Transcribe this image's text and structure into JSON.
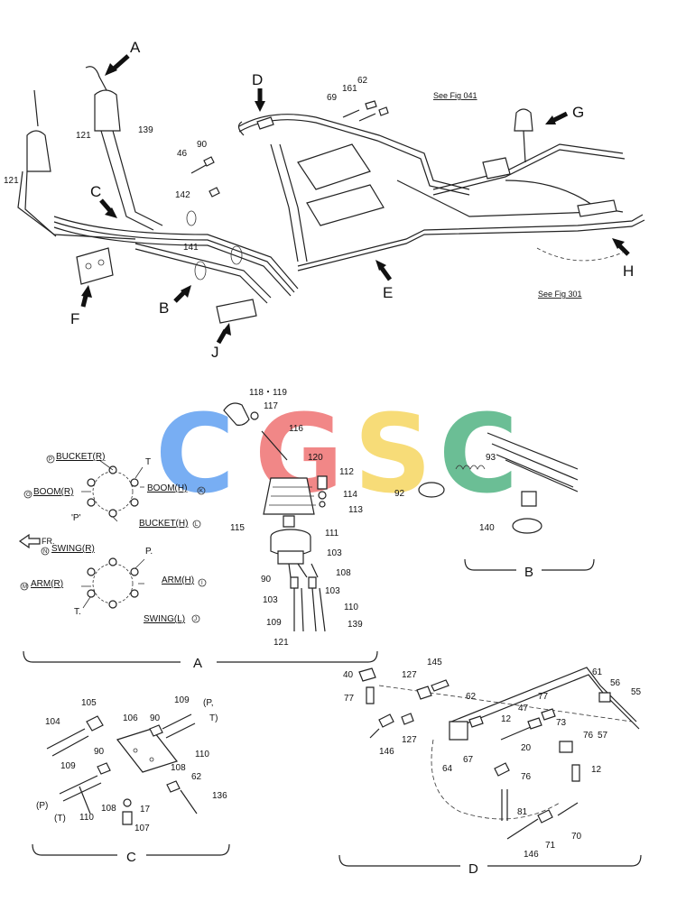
{
  "diagram": {
    "overview": {
      "arrows": [
        "A",
        "B",
        "C",
        "D",
        "E",
        "F",
        "G",
        "H",
        "J"
      ],
      "refs": [
        "See Fig 041",
        "See Fig 301"
      ],
      "parts": [
        "121",
        "139",
        "121",
        "46",
        "90",
        "142",
        "141",
        "69",
        "62",
        "161"
      ]
    },
    "panel_a": {
      "caption": "A",
      "pattern1": {
        "bucket_r": "BUCKET(R)",
        "boom_r": "BOOM(R)",
        "boom_h": "BOOM(H)",
        "p": "'P'",
        "t": "T",
        "bucket_h": "BUCKET(H)",
        "mark_p": "P",
        "mark_o": "O",
        "mark_k": "K",
        "mark_l": "L"
      },
      "pattern2": {
        "fr": "FR.",
        "swing_r": "SWING(R)",
        "arm_r": "ARM(R)",
        "arm_h": "ARM(H)",
        "p": "P.",
        "t": "T.",
        "swing_l": "SWING(L)",
        "mark_n": "N",
        "mark_m": "M",
        "mark_i": "I",
        "mark_j": "J"
      },
      "parts": [
        "118・119",
        "117",
        "116",
        "120",
        "112",
        "114",
        "113",
        "115",
        "111",
        "103",
        "108",
        "90",
        "103",
        "103",
        "110",
        "109",
        "139",
        "121"
      ]
    },
    "panel_b": {
      "caption": "B",
      "parts": [
        "93",
        "92",
        "140"
      ]
    },
    "panel_c": {
      "caption": "C",
      "parts": [
        "105",
        "104",
        "106",
        "109",
        "90",
        "90",
        "110",
        "108",
        "109",
        "62",
        "136",
        "108",
        "17",
        "107",
        "110"
      ],
      "port_p_top": "(P,",
      "port_t_top": "T)",
      "port_p": "(P)",
      "port_t": "(T)"
    },
    "panel_d": {
      "caption": "D",
      "parts": [
        "40",
        "77",
        "127",
        "145",
        "61",
        "56",
        "55",
        "62",
        "47",
        "77",
        "12",
        "73",
        "146",
        "127",
        "20",
        "76",
        "57",
        "64",
        "67",
        "76",
        "12",
        "81",
        "70",
        "146",
        "71"
      ]
    },
    "watermark": {
      "letters": [
        "C",
        "G",
        "S",
        "C"
      ],
      "colors": [
        "#6aa6f2",
        "#f07b7b",
        "#f7d96a",
        "#5cb88a"
      ]
    }
  }
}
